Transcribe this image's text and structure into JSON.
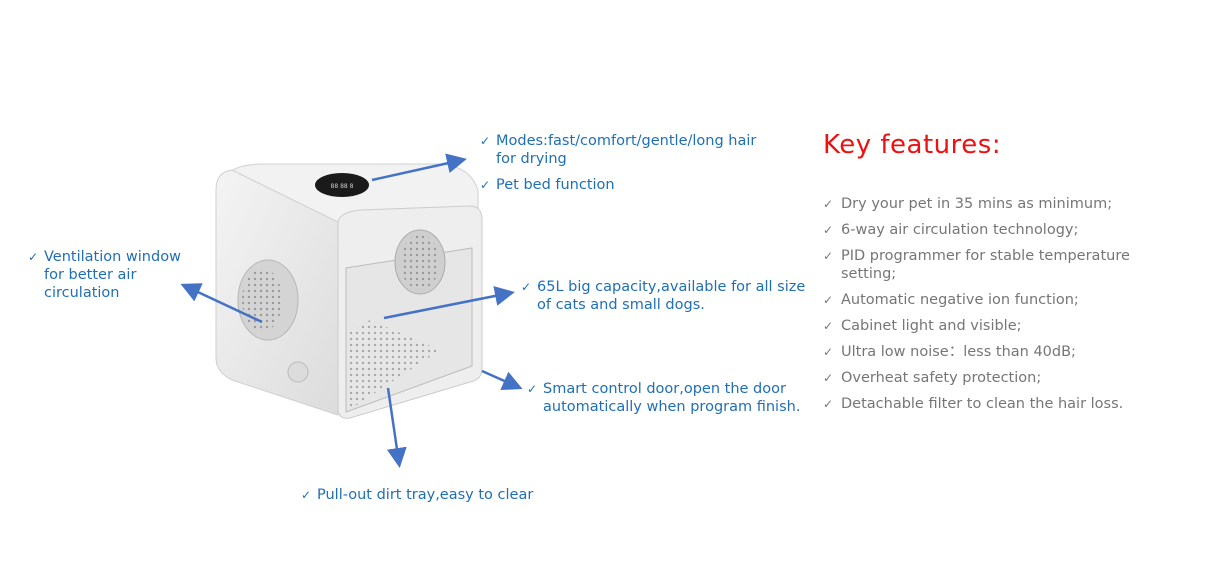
{
  "callouts": {
    "top": {
      "items": [
        {
          "check": "✓",
          "text": "Modes:fast/comfort/gentle/long hair for drying"
        },
        {
          "check": "✓",
          "text": "Pet bed function"
        }
      ]
    },
    "left": {
      "check": "✓",
      "text": "Ventilation window for better air circulation"
    },
    "capacity": {
      "check": "✓",
      "text": "65L big capacity,available for all size of cats and small dogs."
    },
    "door": {
      "check": "✓",
      "text": "Smart control door,open the door automatically when program finish."
    },
    "tray": {
      "check": "✓",
      "text": "Pull-out dirt tray,easy to clear"
    }
  },
  "key_features": {
    "title": "Key features:",
    "items": [
      {
        "check": "✓",
        "text": "Dry your pet in 35 mins as minimum;"
      },
      {
        "check": "✓",
        "text": "6-way air circulation technology;"
      },
      {
        "check": "✓",
        "text": "PID programmer for stable temperature setting;"
      },
      {
        "check": "✓",
        "text": "Automatic negative ion function;"
      },
      {
        "check": "✓",
        "text": "Cabinet light and visible;"
      },
      {
        "check": "✓",
        "text": "Ultra low noise：less than 40dB;"
      },
      {
        "check": "✓",
        "text": "Overheat safety protection;"
      },
      {
        "check": "✓",
        "text": "Detachable filter to clean the hair loss."
      }
    ]
  },
  "colors": {
    "callout_text": "#1f6fb5",
    "arrow": "#4472c4",
    "title": "#ee1111",
    "feature_text": "#767676"
  }
}
